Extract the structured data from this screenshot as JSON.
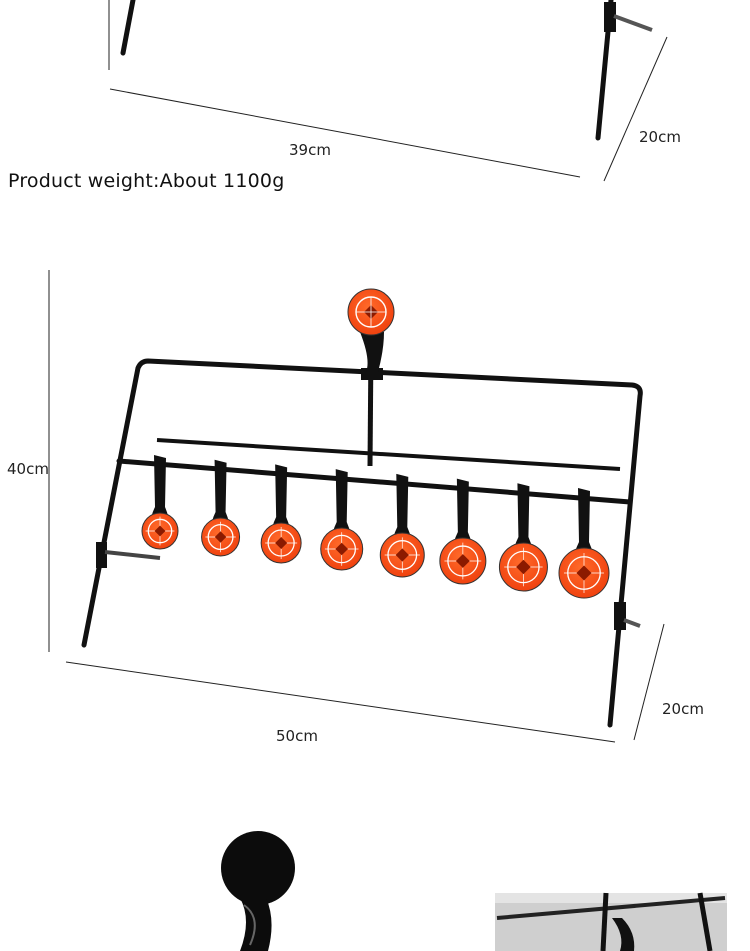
{
  "top_section": {
    "width_label": "39cm",
    "depth_label": "20cm"
  },
  "weight_text": "Product weight:About 1100g",
  "main_section": {
    "height_label": "40cm",
    "width_label": "50cm",
    "depth_label": "20cm",
    "target_count": 8
  },
  "colors": {
    "frame": "#111111",
    "target_orange": "#ff5a1f",
    "target_ring": "#ffffff",
    "center_mark": "#8b1a00",
    "dash": "#111111"
  }
}
